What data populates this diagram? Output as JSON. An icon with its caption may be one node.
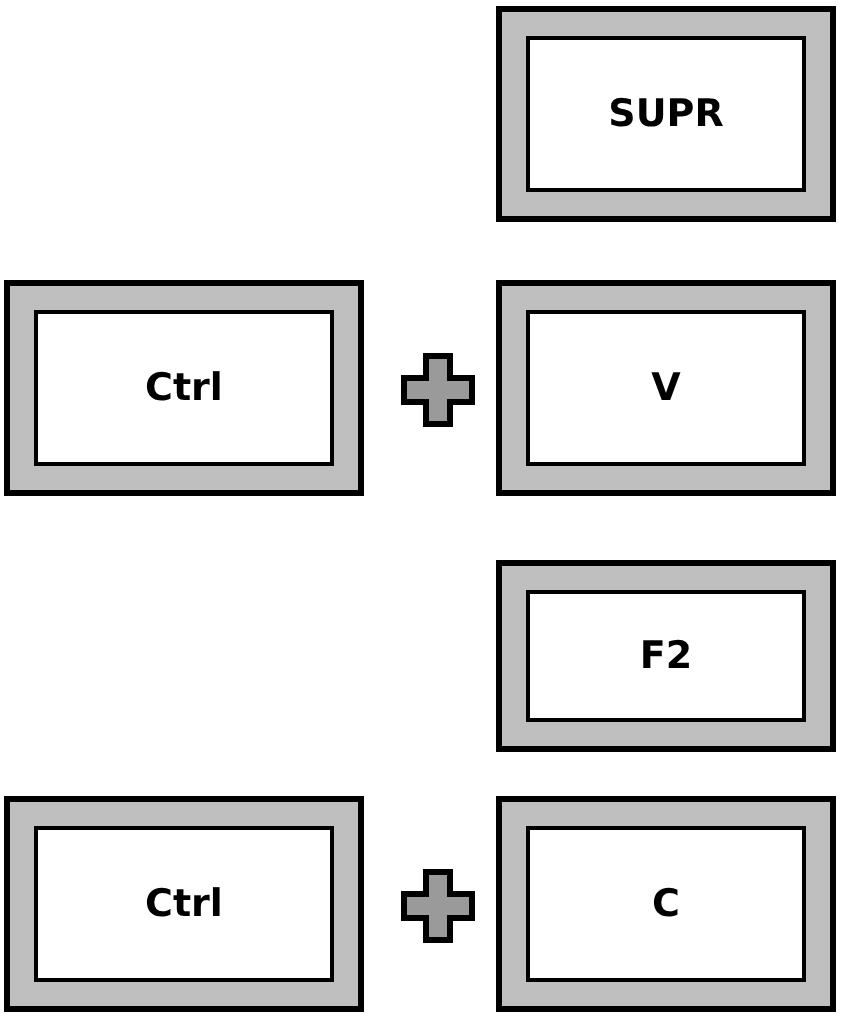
{
  "diagram": {
    "nodes": [
      {
        "text": [
          "SUPR"
        ]
      },
      {
        "text": [
          "Ctrl"
        ]
      },
      {
        "text": [
          "V"
        ]
      },
      {
        "text": [
          "F2"
        ]
      },
      {
        "text": [
          "Ctrl"
        ]
      },
      {
        "text": [
          "C"
        ]
      }
    ]
  }
}
